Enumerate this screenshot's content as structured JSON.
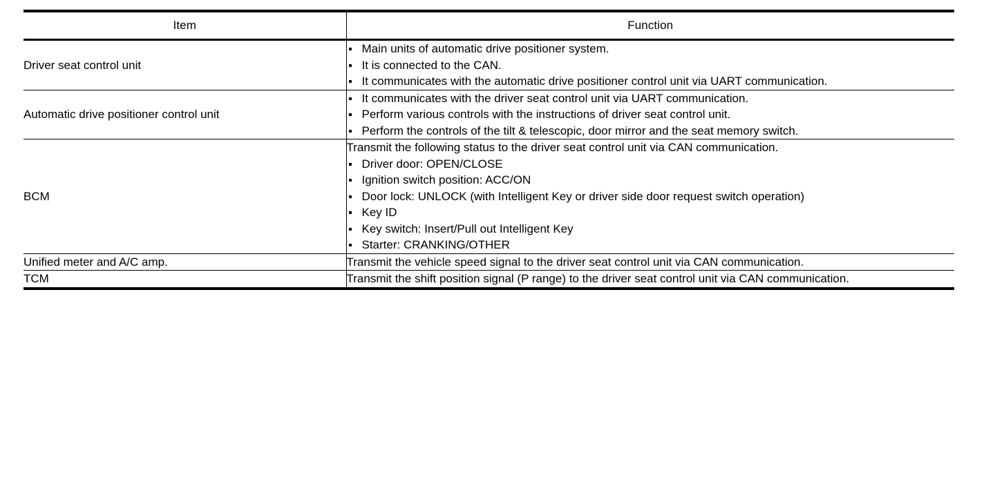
{
  "table": {
    "headers": {
      "item": "Item",
      "function": "Function"
    },
    "rows": [
      {
        "item": "Driver seat control unit",
        "intro": "",
        "bullets": [
          "Main units of automatic drive positioner system.",
          "It is connected to the CAN.",
          "It communicates with the automatic drive positioner control unit via UART communication."
        ]
      },
      {
        "item": "Automatic drive positioner control unit",
        "intro": "",
        "bullets": [
          "It communicates with the driver seat control unit via UART communication.",
          "Perform various controls with the instructions of driver seat control unit.",
          "Perform the controls of the tilt & telescopic, door mirror and the seat memory switch."
        ]
      },
      {
        "item": "BCM",
        "intro": "Transmit the following status to the driver seat control unit via CAN communication.",
        "bullets": [
          "Driver door: OPEN/CLOSE",
          "Ignition switch position: ACC/ON",
          "Door lock: UNLOCK (with Intelligent Key or driver side door request switch operation)",
          "Key ID",
          "Key switch: Insert/Pull out Intelligent Key",
          "Starter: CRANKING/OTHER"
        ]
      },
      {
        "item": "Unified meter and A/C amp.",
        "intro": "Transmit the vehicle speed signal to the driver seat control unit via CAN communication.",
        "bullets": []
      },
      {
        "item": "TCM",
        "intro": "Transmit the shift position signal (P range) to the driver seat control unit via CAN communication.",
        "bullets": []
      }
    ]
  }
}
